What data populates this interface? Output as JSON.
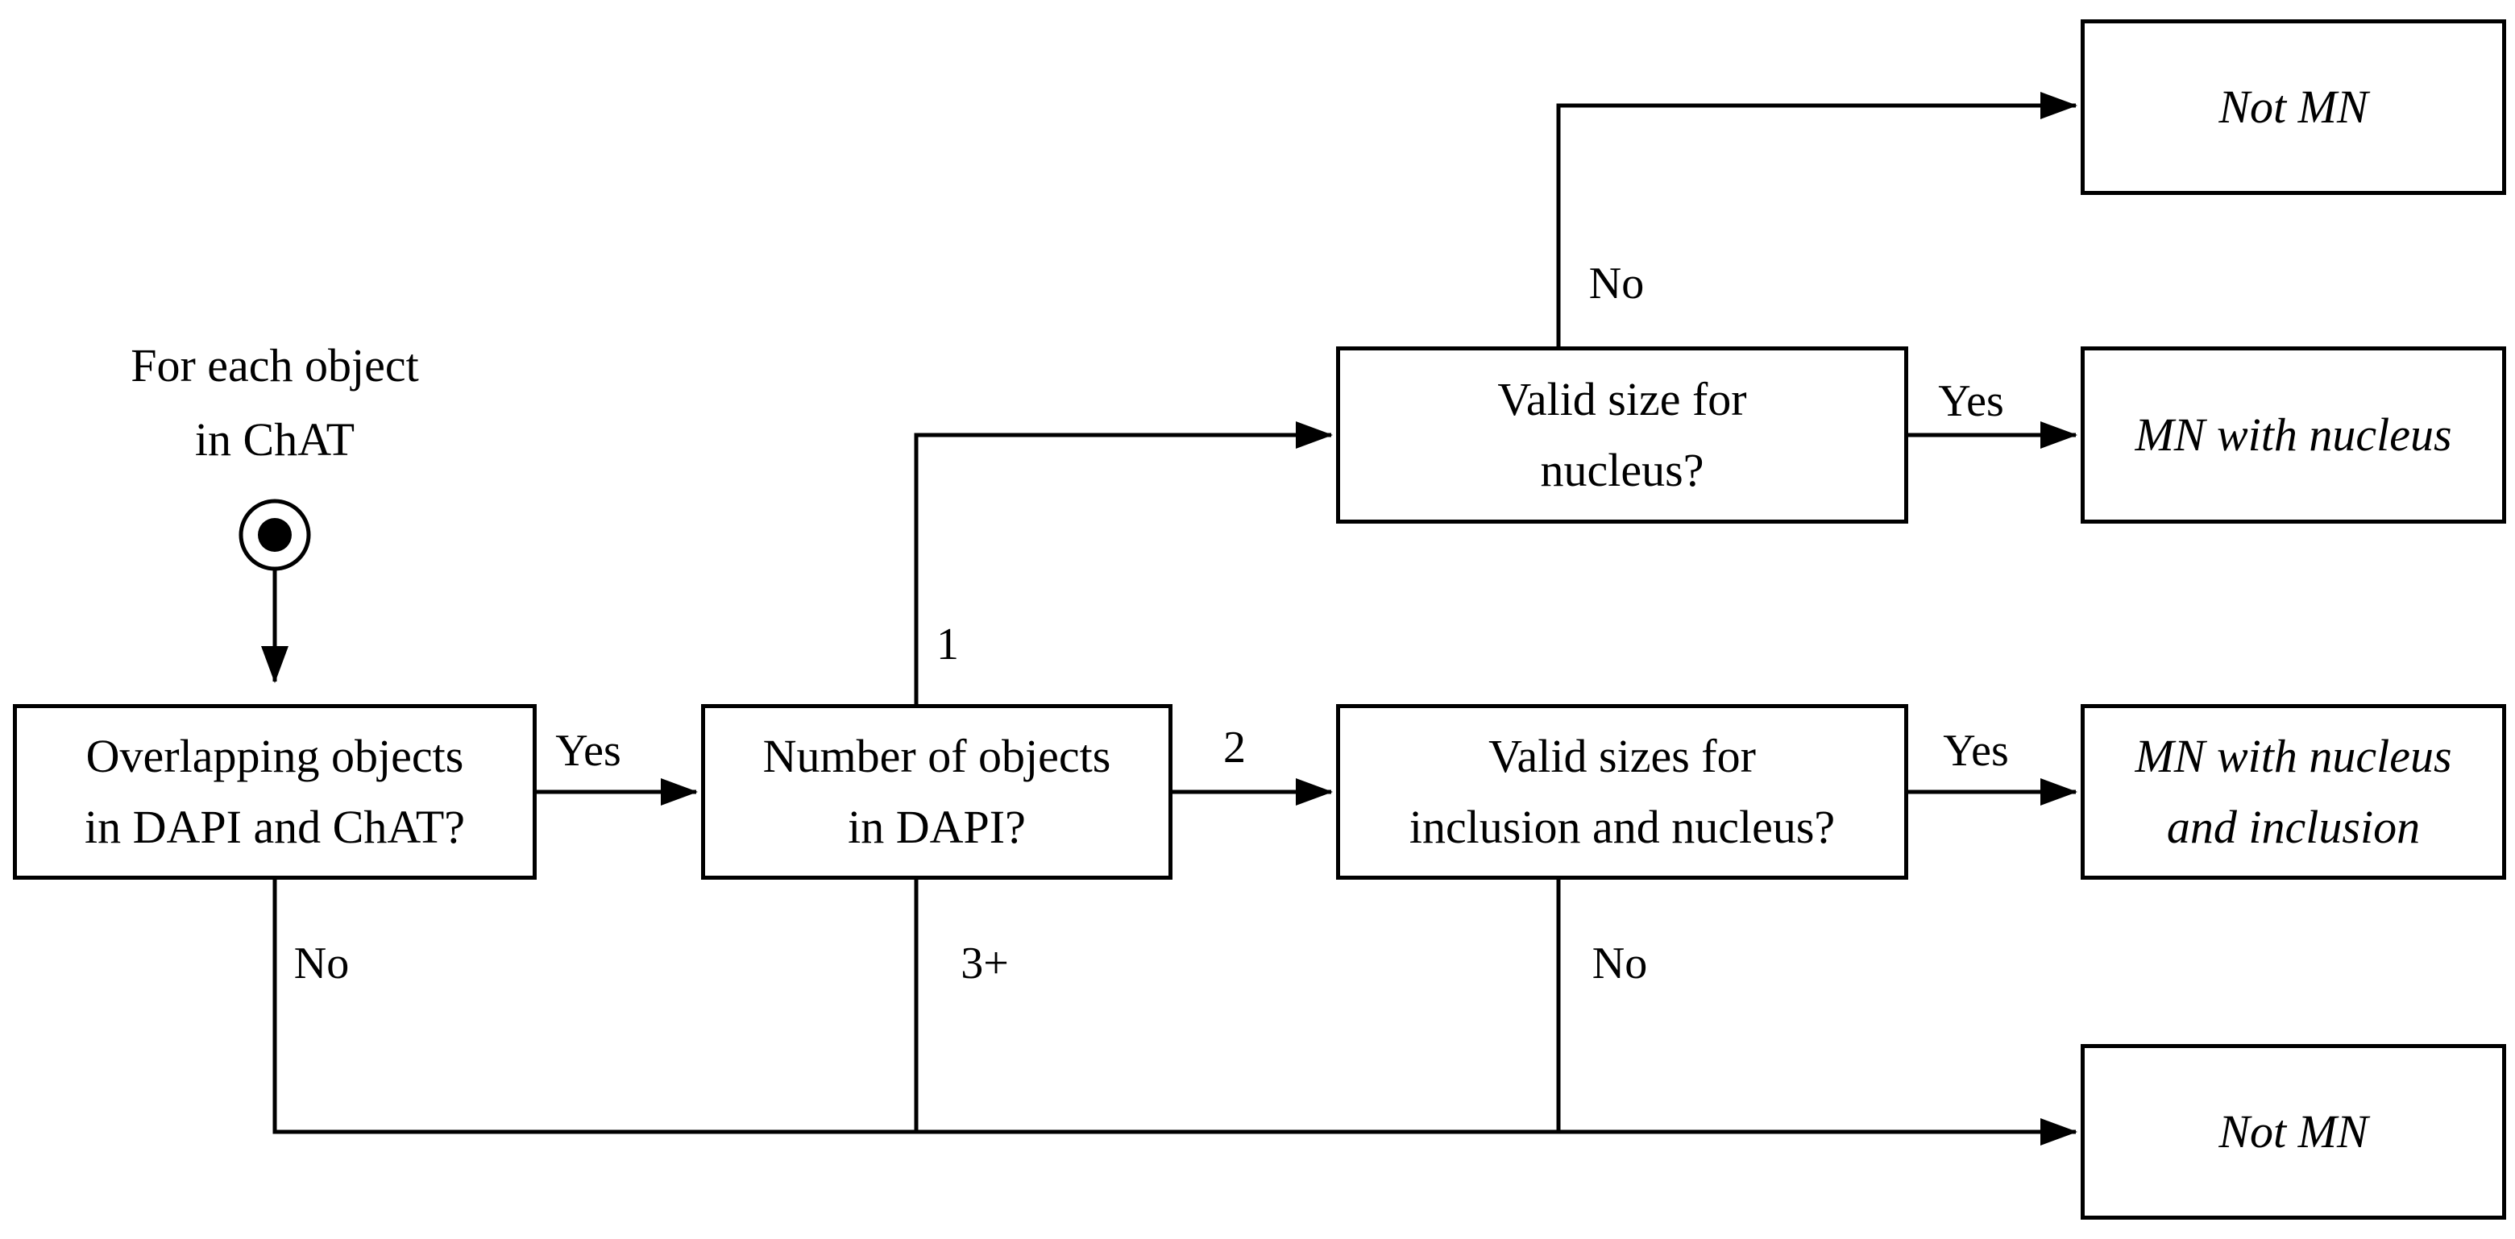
{
  "colors": {
    "background": "#ffffff",
    "line": "#000000",
    "text": "#000000"
  },
  "start": {
    "line1": "For each object",
    "line2": "in ChAT"
  },
  "nodes": {
    "overlap": {
      "line1": "Overlapping objects",
      "line2": "in DAPI and ChAT?"
    },
    "count": {
      "line1": "Number of objects",
      "line2": "in DAPI?"
    },
    "size_nucleus": {
      "line1": "Valid size for",
      "line2": "nucleus?"
    },
    "size_inclusion": {
      "line1": "Valid sizes for",
      "line2": "inclusion and nucleus?"
    },
    "not_mn_top": {
      "label": "Not MN"
    },
    "mn_nucleus": {
      "label": "MN with nucleus"
    },
    "mn_nucleus_inclusion": {
      "line1": "MN with nucleus",
      "line2": "and inclusion"
    },
    "not_mn_bottom": {
      "label": "Not MN"
    }
  },
  "labels": {
    "yes_overlap": "Yes",
    "no_overlap": "No",
    "count_1": "1",
    "count_2": "2",
    "count_3plus": "3+",
    "yes_nucleus": "Yes",
    "no_nucleus": "No",
    "yes_inclusion": "Yes",
    "no_inclusion": "No"
  }
}
